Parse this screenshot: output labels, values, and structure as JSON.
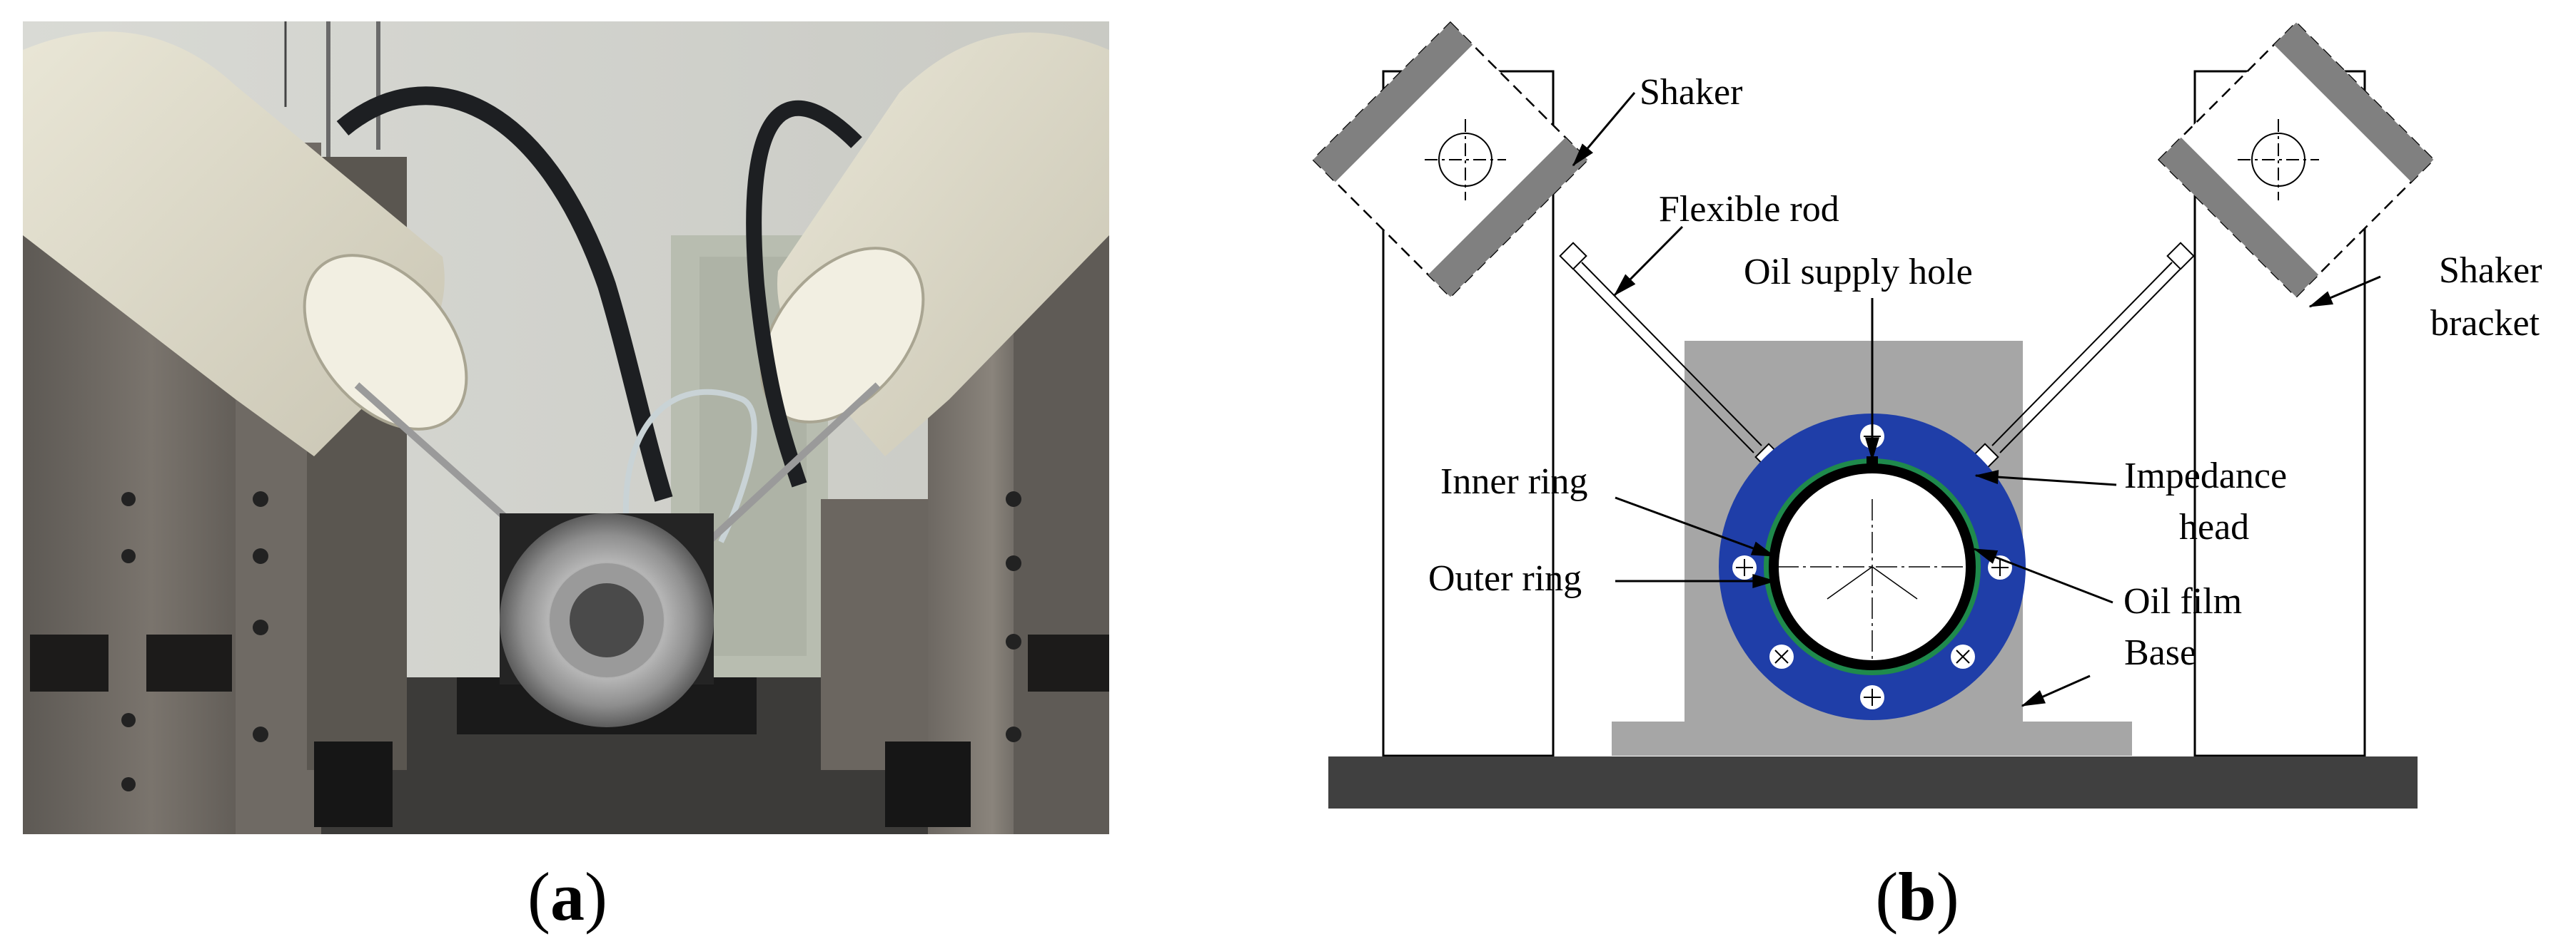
{
  "panels": {
    "a": {
      "caption_open": "(",
      "caption_letter": "a",
      "caption_close": ")"
    },
    "b": {
      "caption_open": "(",
      "caption_letter": "b",
      "caption_close": ")"
    }
  },
  "diagram_b": {
    "labels": {
      "shaker": "Shaker",
      "flexible_rod": "Flexible rod",
      "oil_supply_hole": "Oil supply hole",
      "shaker_bracket_line1": "Shaker",
      "shaker_bracket_line2": "bracket",
      "inner_ring": "Inner ring",
      "outer_ring": "Outer ring",
      "impedance_head_line1": "Impedance",
      "impedance_head_line2": "head",
      "oil_film": "Oil film",
      "base": "Base"
    },
    "colors": {
      "base_block": "#a6a6a6",
      "ground_plate": "#404040",
      "outer_ring_fill": "#1f3ea8",
      "oil_film_ring": "#1f8a4c",
      "inner_ring": "#000000",
      "shaker_corner": "#808080"
    }
  }
}
